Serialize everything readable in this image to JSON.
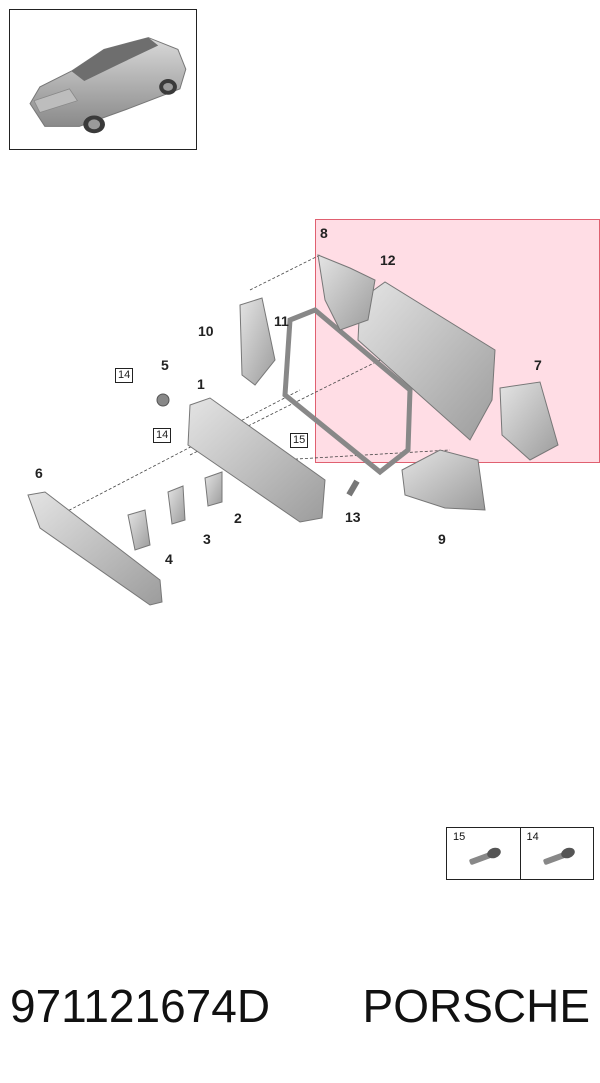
{
  "thumbnail": {
    "icon": "car-icon"
  },
  "callouts": [
    {
      "id": "c1",
      "text": "1",
      "boxed": false
    },
    {
      "id": "c2",
      "text": "2",
      "boxed": false
    },
    {
      "id": "c3",
      "text": "3",
      "boxed": false
    },
    {
      "id": "c4",
      "text": "4",
      "boxed": false
    },
    {
      "id": "c5",
      "text": "5",
      "boxed": false
    },
    {
      "id": "c6",
      "text": "6",
      "boxed": false
    },
    {
      "id": "c7",
      "text": "7",
      "boxed": false
    },
    {
      "id": "c8",
      "text": "8",
      "boxed": false
    },
    {
      "id": "c9",
      "text": "9",
      "boxed": false
    },
    {
      "id": "c10",
      "text": "10",
      "boxed": false
    },
    {
      "id": "c11",
      "text": "11",
      "boxed": false
    },
    {
      "id": "c12",
      "text": "12",
      "boxed": false
    },
    {
      "id": "c13",
      "text": "13",
      "boxed": false
    },
    {
      "id": "c14a",
      "text": "14",
      "boxed": true
    },
    {
      "id": "c14b",
      "text": "14",
      "boxed": true
    },
    {
      "id": "c15",
      "text": "15",
      "boxed": true
    }
  ],
  "highlight_color": "#ffb0c0",
  "legend": [
    {
      "number": "15",
      "icon": "screw-icon"
    },
    {
      "number": "14",
      "icon": "screw-icon"
    }
  ],
  "footer": {
    "part_number": "971121674D",
    "brand": "PORSCHE"
  }
}
